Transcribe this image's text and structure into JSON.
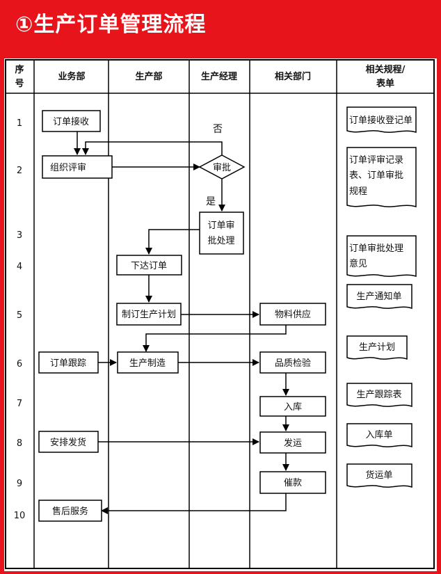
{
  "title": "①生产订单管理流程",
  "headers": {
    "seq_line1": "序",
    "seq_line2": "号",
    "business": "业务部",
    "production": "生产部",
    "manager": "生产经理",
    "related": "相关部门",
    "forms_line1": "相关规程/",
    "forms_line2": "表单"
  },
  "row_numbers": [
    "1",
    "2",
    "3",
    "4",
    "5",
    "6",
    "7",
    "8",
    "9",
    "10"
  ],
  "steps": {
    "order_receive": "订单接收",
    "organize_review": "组织评审",
    "review_approve": "审批",
    "approval_line1": "订单审",
    "approval_line2": "批处理",
    "issue_order": "下达订单",
    "make_plan": "制订生产计划",
    "material_supply": "物料供应",
    "order_tracking": "订单跟踪",
    "production": "生产制造",
    "quality_check": "品质检验",
    "warehousing": "入库",
    "arrange_shipping": "安排发货",
    "shipping": "发运",
    "collect_payment": "催款",
    "after_sales": "售后服务"
  },
  "decision_labels": {
    "no": "否",
    "yes": "是"
  },
  "forms": {
    "order_register": "订单接收登记单",
    "review_record_line1": "订单评审记录",
    "review_record_line2": "表、订单审批",
    "review_record_line3": "规程",
    "approval_opinion_line1": "订单审批处理",
    "approval_opinion_line2": "意见",
    "production_notice": "生产通知单",
    "production_plan": "生产计划",
    "tracking_table": "生产跟踪表",
    "warehouse_slip": "入库单",
    "shipping_slip": "货运单"
  }
}
